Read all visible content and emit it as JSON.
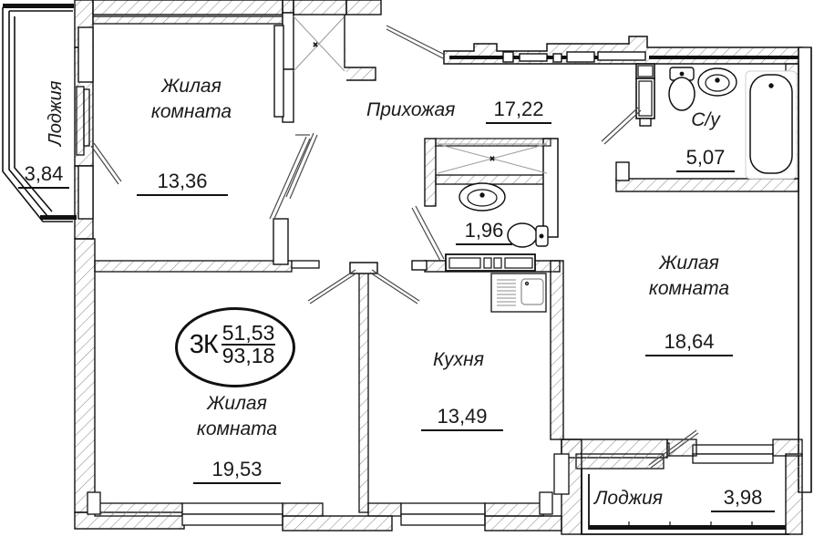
{
  "plan": {
    "type": "apartment-floor-plan",
    "apartment_badge": {
      "rooms_label": "3К",
      "living_area": "51,53",
      "total_area": "93,18"
    },
    "rooms": [
      {
        "id": "loggia-left",
        "name": "Лоджия",
        "area": "3,84",
        "orientation": "vertical"
      },
      {
        "id": "living-room-top",
        "name": "Жилая\nкомната",
        "area": "13,36",
        "line1": "Жилая",
        "line2": "комната"
      },
      {
        "id": "hallway",
        "name": "Прихожая",
        "area": "17,22"
      },
      {
        "id": "bathroom-main",
        "name": "С/у",
        "area": "5,07"
      },
      {
        "id": "wc-small",
        "name": "",
        "area": "1,96"
      },
      {
        "id": "living-room-right",
        "name": "Жилая комната",
        "area": "18,64",
        "line1": "Жилая",
        "line2": "комната"
      },
      {
        "id": "living-room-left",
        "name": "Жилая комната",
        "area": "19,53",
        "line1": "Жилая",
        "line2": "комната"
      },
      {
        "id": "kitchen",
        "name": "Кухня",
        "area": "13,49"
      },
      {
        "id": "loggia-bottom",
        "name": "Лоджия",
        "area": "3,98",
        "orientation": "horizontal"
      }
    ],
    "fixtures": [
      {
        "id": "bathtub",
        "icon": "bathtub-icon"
      },
      {
        "id": "toilet-main",
        "icon": "toilet-icon"
      },
      {
        "id": "sink-main",
        "icon": "sink-icon"
      },
      {
        "id": "water-heater",
        "icon": "water-heater-icon"
      },
      {
        "id": "toilet-small",
        "icon": "toilet-icon"
      },
      {
        "id": "sink-small",
        "icon": "sink-icon"
      },
      {
        "id": "kitchen-stove",
        "icon": "stove-icon"
      },
      {
        "id": "kitchen-sink",
        "icon": "kitchen-sink-icon"
      },
      {
        "id": "kitchen-counter",
        "icon": "counter-icon"
      },
      {
        "id": "closet-top",
        "icon": "closet-icon"
      },
      {
        "id": "closet-hall",
        "icon": "closet-icon"
      }
    ],
    "colors": {
      "wall": "#111111",
      "hatch": "#7a7a7a",
      "thin_line": "#3a3a3a",
      "background": "#ffffff"
    }
  }
}
